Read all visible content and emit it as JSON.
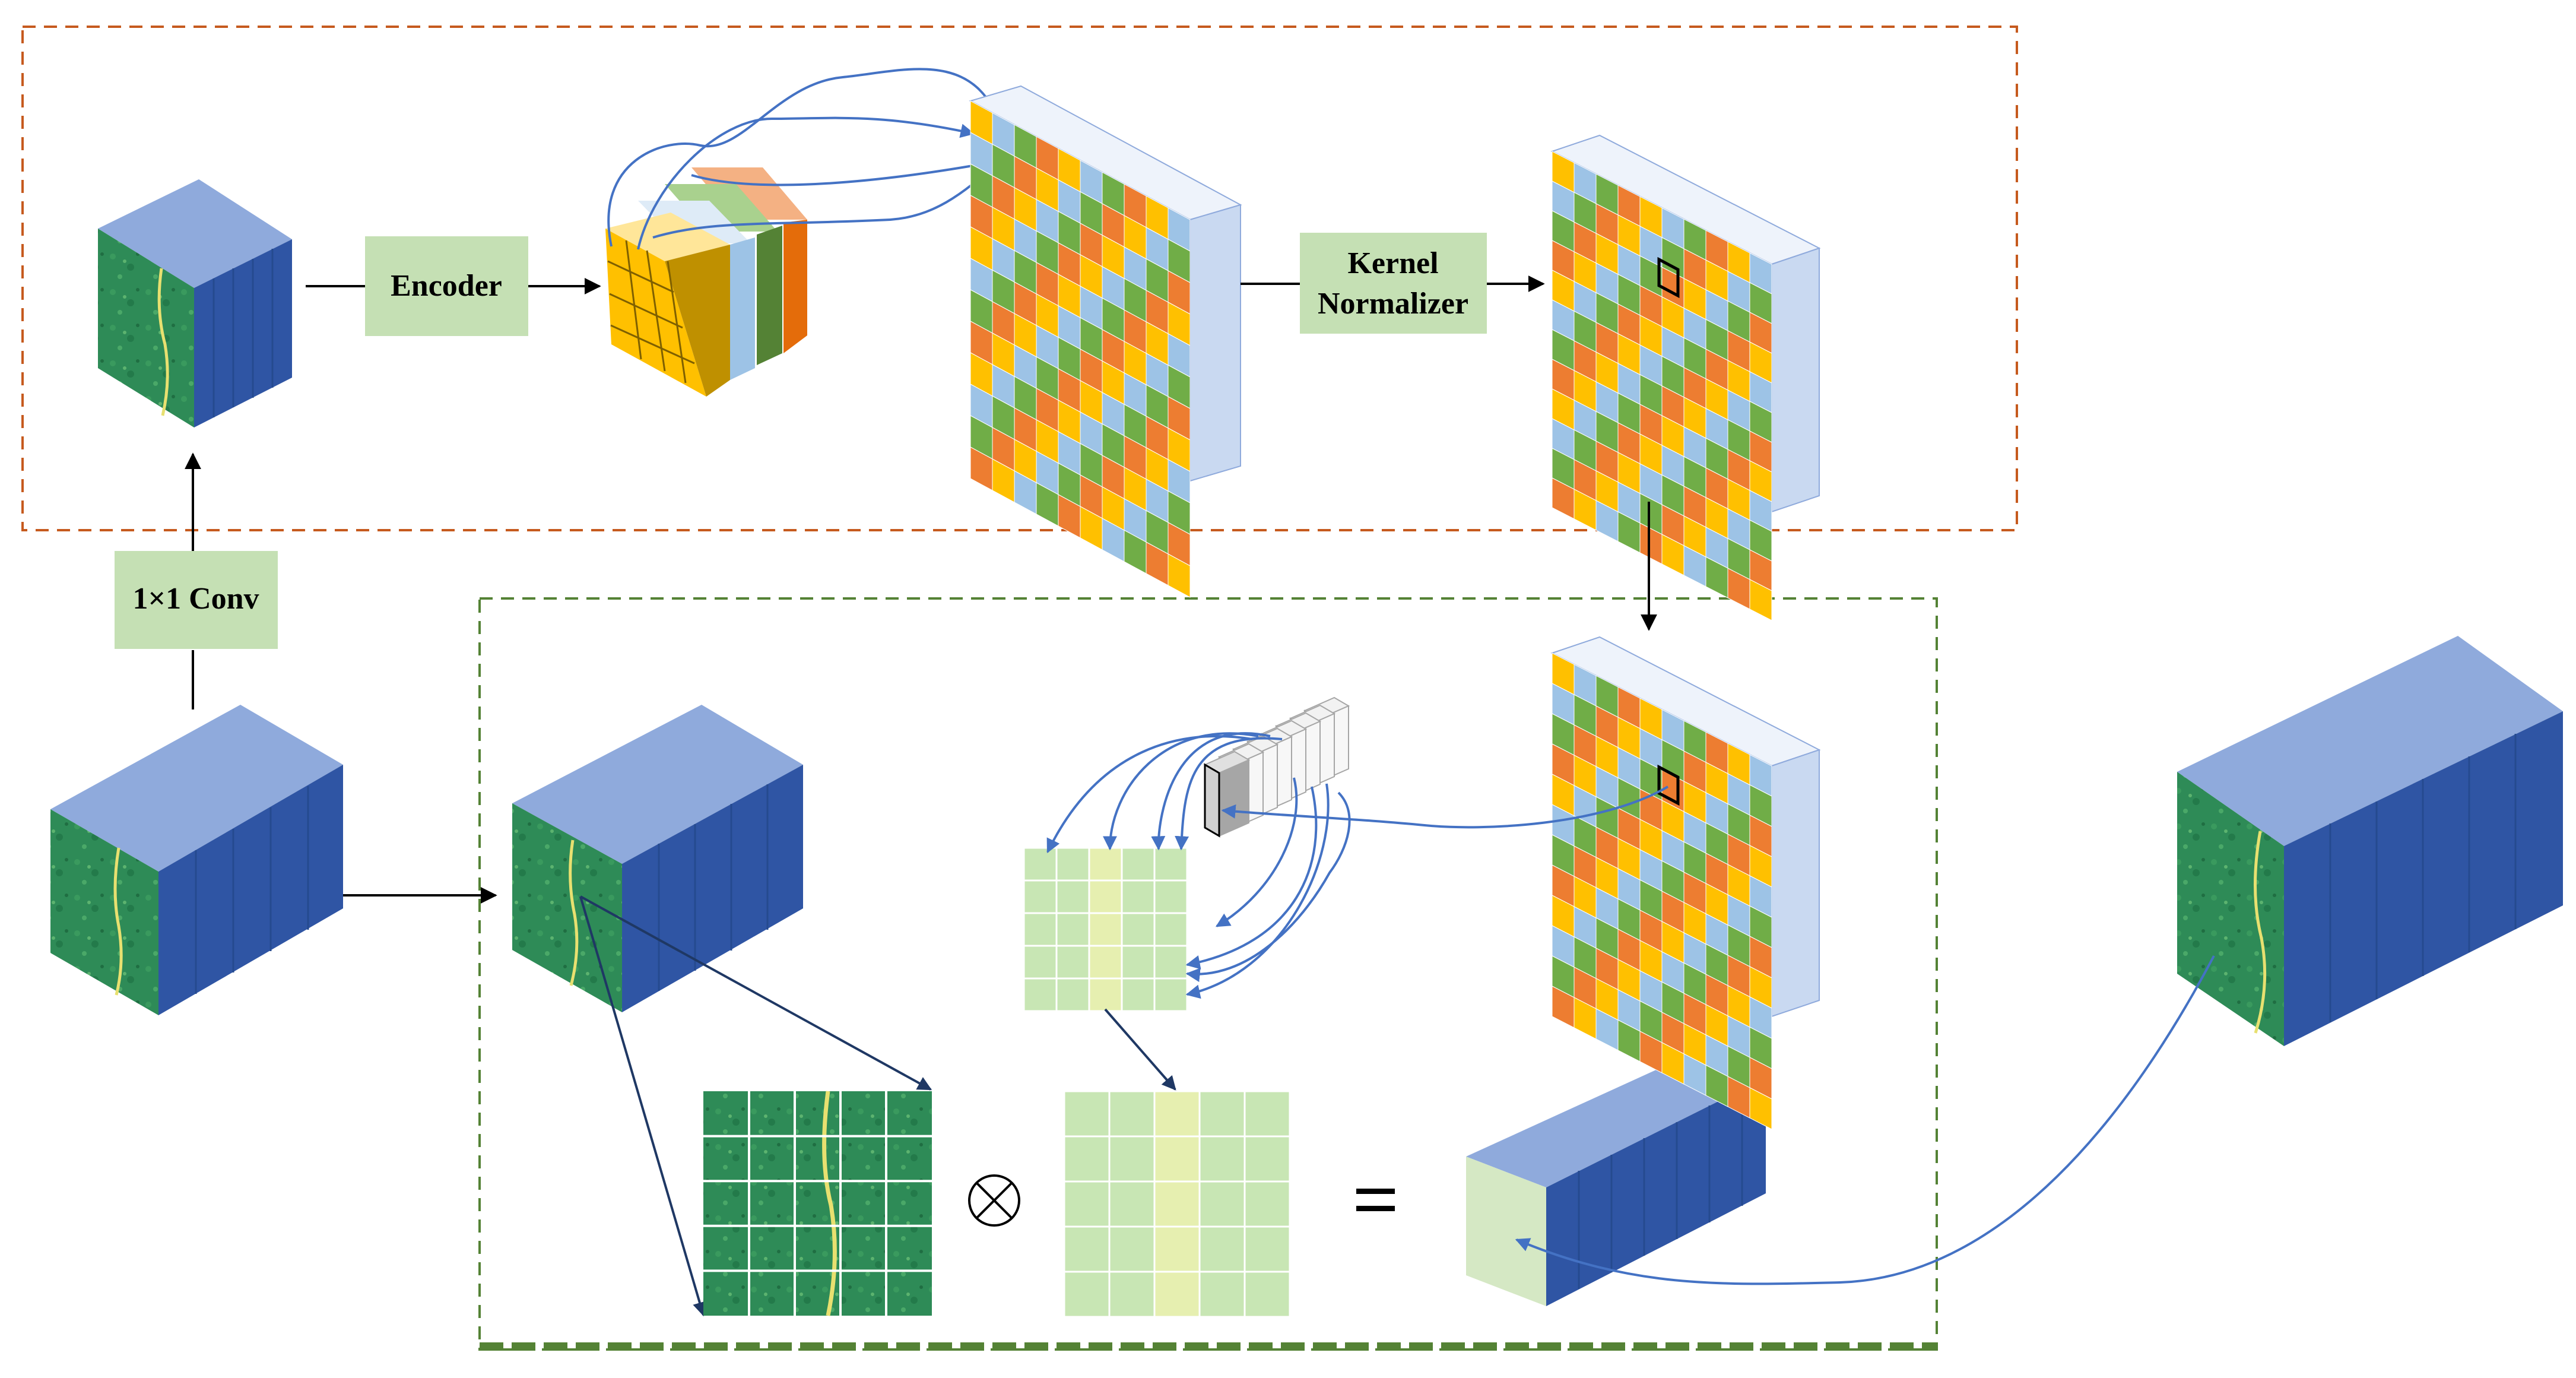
{
  "labels": {
    "encoder": "Encoder",
    "kernel_normalizer_line1": "Kernel",
    "kernel_normalizer_line2": "Normalizer",
    "conv": "1×1 Conv",
    "otimes": "⊗",
    "equals": "="
  },
  "colors": {
    "orange_dash": "#c65a1e",
    "green_dash": "#548235",
    "label_box": "#c5e0b4",
    "cube_top": "#8faadc",
    "cube_side": "#2f55a4",
    "grid_yellow": "#ffc000",
    "grid_lightblue": "#9dc3e6",
    "grid_green": "#70ad47",
    "grid_orange": "#ed7d31",
    "arrow_blue": "#4472c4"
  }
}
